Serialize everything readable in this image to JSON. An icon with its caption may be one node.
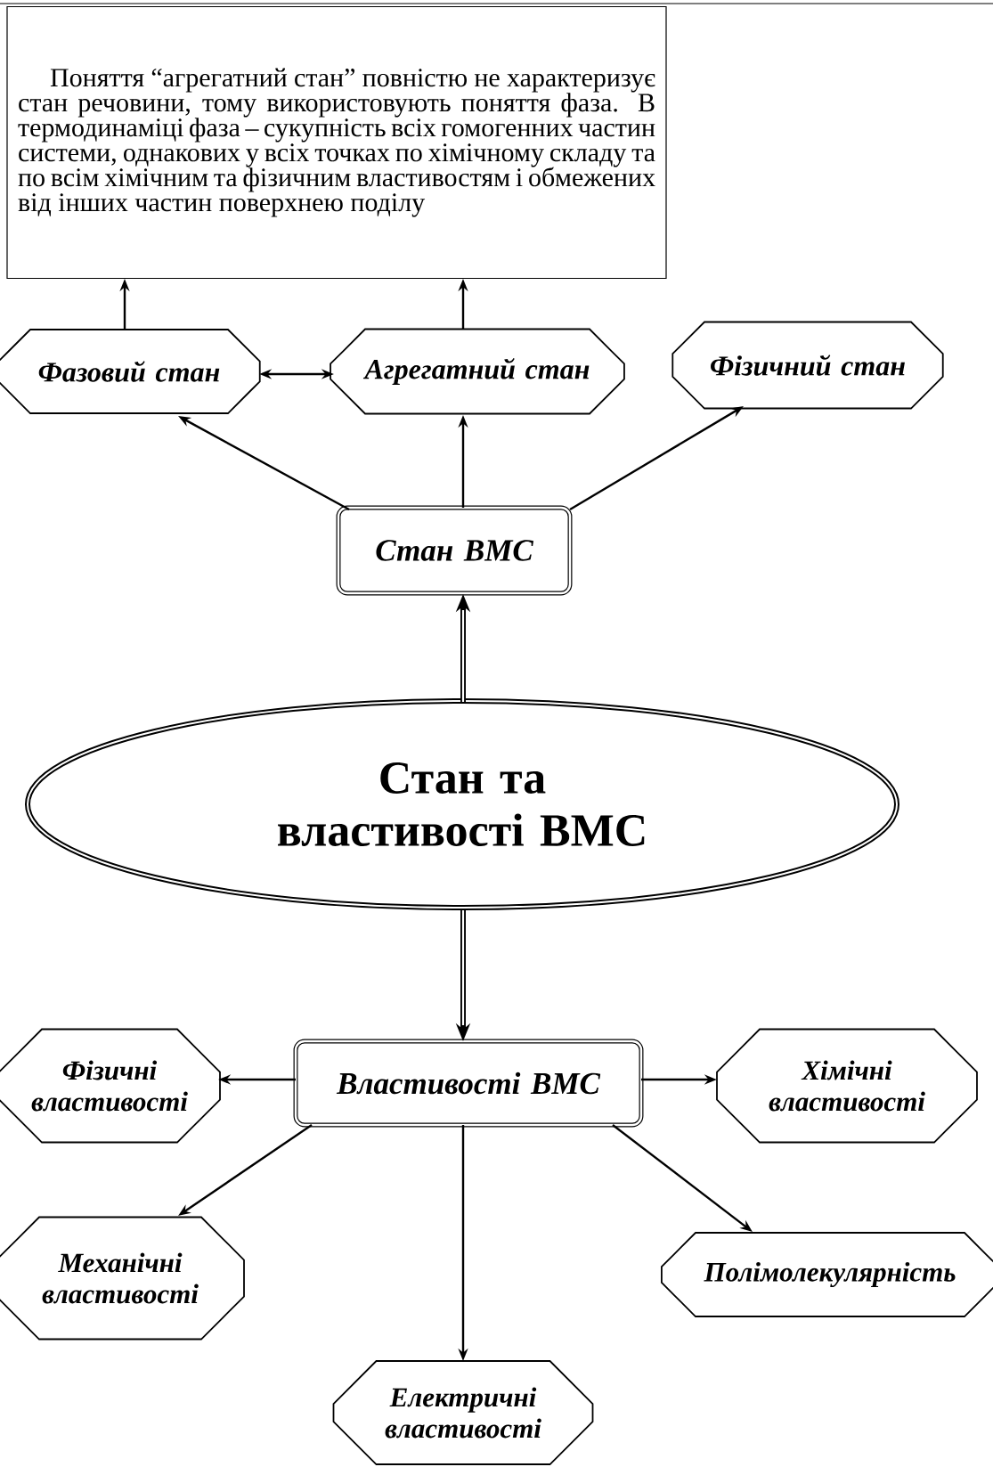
{
  "diagram": {
    "nodes": [
      {
        "text": [
          "Поняття “агрегатний стан” повністю не характеризує стан речовини, тому використовують поняття фаза. В термодинаміці фаза – сукупність всіх гомогенних частин системи, однакових у всіх точках по хімічному складу та по всім хімічним та фізичним властивостям і обмежених від інших частин поверхнею поділу"
        ]
      },
      {
        "text": [
          "Фазовий стан"
        ]
      },
      {
        "text": [
          "Агрегатний стан"
        ]
      },
      {
        "text": [
          "Фізичний стан"
        ]
      },
      {
        "text": [
          "Стан ВМС"
        ]
      },
      {
        "text": [
          "Стан та властивості ВМС"
        ]
      },
      {
        "text": [
          "Властивості ВМС"
        ]
      },
      {
        "text": [
          "Фізичні властивості"
        ]
      },
      {
        "text": [
          "Хімічні властивості"
        ]
      },
      {
        "text": [
          "Механічні властивості"
        ]
      },
      {
        "text": [
          "Полімолекулярність"
        ]
      },
      {
        "text": [
          "Електричні властивості"
        ]
      }
    ],
    "edges": [
      {
        "from": 1,
        "to": 0,
        "arrow": "to"
      },
      {
        "from": 2,
        "to": 0,
        "arrow": "to"
      },
      {
        "from": 1,
        "to": 2,
        "arrow": "both"
      },
      {
        "from": 4,
        "to": 1,
        "arrow": "to"
      },
      {
        "from": 4,
        "to": 2,
        "arrow": "to"
      },
      {
        "from": 4,
        "to": 3,
        "arrow": "to"
      },
      {
        "from": 5,
        "to": 4,
        "arrow": "to",
        "style": "thick"
      },
      {
        "from": 5,
        "to": 6,
        "arrow": "to",
        "style": "thick"
      },
      {
        "from": 6,
        "to": 7,
        "arrow": "to"
      },
      {
        "from": 6,
        "to": 8,
        "arrow": "to"
      },
      {
        "from": 6,
        "to": 9,
        "arrow": "to"
      },
      {
        "from": 6,
        "to": 10,
        "arrow": "to"
      },
      {
        "from": 6,
        "to": 11,
        "arrow": "to"
      }
    ]
  }
}
